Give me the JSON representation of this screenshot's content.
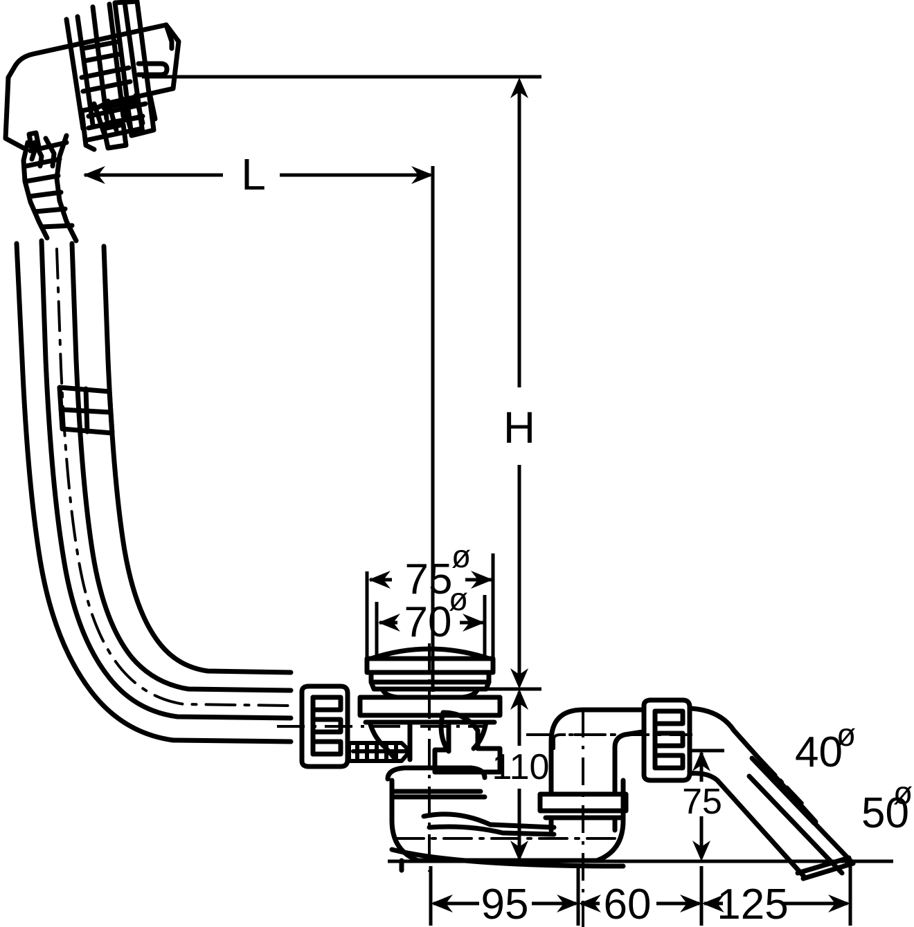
{
  "drawing": {
    "title": "Bath waste and overflow set technical dimension drawing",
    "type": "engineering-line-drawing",
    "units": "mm",
    "line_color": "#000000",
    "background_color": "#ffffff"
  },
  "dimensions": {
    "length_symbol": "L",
    "height_symbol": "H",
    "cover_outer_diameter": "75",
    "cover_inner_diameter": "70",
    "vertical_110": "110",
    "vertical_75": "75",
    "horizontal_95": "95",
    "horizontal_60": "60",
    "horizontal_125": "125",
    "outlet_diameter_40": "40",
    "outlet_diameter_50": "50",
    "diameter_symbol": "ø"
  },
  "labels": [
    {
      "id": "L",
      "text": "L",
      "kind": "variable-length"
    },
    {
      "id": "H",
      "text": "H",
      "kind": "variable-height"
    },
    {
      "id": "d75",
      "text": "75",
      "kind": "diameter"
    },
    {
      "id": "d70",
      "text": "70",
      "kind": "diameter"
    },
    {
      "id": "v110",
      "text": "110",
      "kind": "linear-vertical"
    },
    {
      "id": "v75",
      "text": "75",
      "kind": "linear-vertical"
    },
    {
      "id": "h95",
      "text": "95",
      "kind": "linear-horizontal"
    },
    {
      "id": "h60",
      "text": "60",
      "kind": "linear-horizontal"
    },
    {
      "id": "h125",
      "text": "125",
      "kind": "linear-horizontal"
    },
    {
      "id": "d40",
      "text": "40",
      "kind": "diameter"
    },
    {
      "id": "d50",
      "text": "50",
      "kind": "diameter"
    }
  ]
}
